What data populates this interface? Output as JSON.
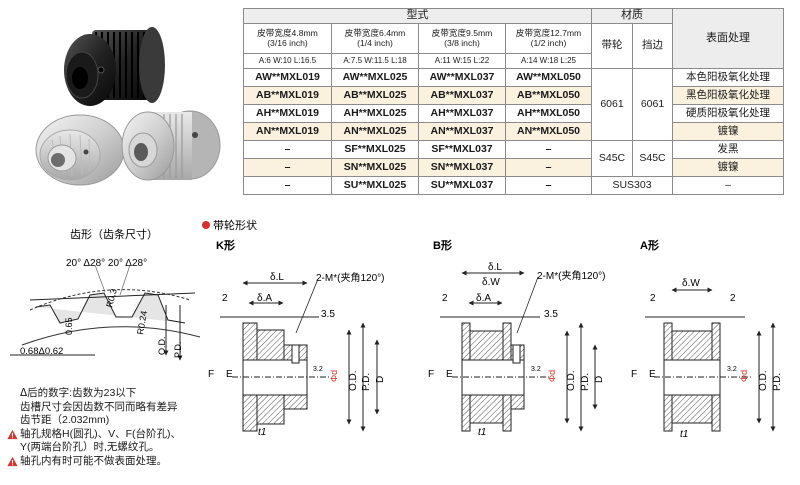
{
  "table": {
    "header_type": "型式",
    "header_material": "材质",
    "header_surface": "表面处理",
    "material_sub": [
      "带轮",
      "挡边"
    ],
    "widths": [
      {
        "title": "皮带宽度4.8mm",
        "inch": "(3/16 inch)",
        "dims": "A:6 W:10 L:16.5"
      },
      {
        "title": "皮带宽度6.4mm",
        "inch": "(1/4 inch)",
        "dims": "A:7.5 W:11.5 L:18"
      },
      {
        "title": "皮带宽度9.5mm",
        "inch": "(3/8 inch)",
        "dims": "A:11  W:15  L:22"
      },
      {
        "title": "皮带宽度12.7mm",
        "inch": "(1/2 inch)",
        "dims": "A:14  W:18  L:25"
      }
    ],
    "rows": [
      {
        "codes": [
          "AW**MXL019",
          "AW**MXL025",
          "AW**MXL037",
          "AW**MXL050"
        ],
        "surface": "本色阳极氧化处理"
      },
      {
        "codes": [
          "AB**MXL019",
          "AB**MXL025",
          "AB**MXL037",
          "AB**MXL050"
        ],
        "surface": "黑色阳极氧化处理"
      },
      {
        "codes": [
          "AH**MXL019",
          "AH**MXL025",
          "AH**MXL037",
          "AH**MXL050"
        ],
        "surface": "硬质阳极氧化处理"
      },
      {
        "codes": [
          "AN**MXL019",
          "AN**MXL025",
          "AN**MXL037",
          "AN**MXL050"
        ],
        "surface": "镀镍"
      },
      {
        "codes": [
          "–",
          "SF**MXL025",
          "SF**MXL037",
          "–"
        ],
        "surface": "发黑"
      },
      {
        "codes": [
          "–",
          "SN**MXL025",
          "SN**MXL037",
          "–"
        ],
        "surface": "镀镍"
      },
      {
        "codes": [
          "–",
          "SU**MXL025",
          "SU**MXL037",
          "–"
        ],
        "surface": "–"
      }
    ],
    "material_al": "6061",
    "material_steel": "S45C",
    "material_sus": "SUS303"
  },
  "tooth": {
    "title": "齿形（齿条尺寸）",
    "angles": "20° Δ28° 20° Δ28°",
    "r03": "R0.3",
    "r024": "R0.24",
    "h065": "0.65",
    "pitch_w": "0.68Δ0.62",
    "od": "O.D.",
    "pd": "P.D."
  },
  "pulley": {
    "section_title": "带轮形状",
    "k_label": "K形",
    "b_label": "B形",
    "a_label": "A形",
    "dL": "δ.L",
    "dA": "δ.A",
    "dW": "δ.W",
    "tap": "2-M*(夹角120°)",
    "n2": "2",
    "n35": "3.5",
    "F": "F",
    "E": "E",
    "D": "D",
    "OD": "O.D.",
    "PD": "P.D.",
    "t1": "t1",
    "rough": "3.2",
    "bore": "Φd"
  },
  "notes": {
    "line1": "ᐃ后的数字:齿数为23以下",
    "line2": "齿槽尺寸会因齿数不同而略有差异",
    "line3": "齿节距（2.032mm)",
    "line4": "轴孔规格H(圆孔)、V、F(台阶孔)、",
    "line5": "Y(两端台阶孔）时,无螺纹孔。",
    "line6": "轴孔内有时可能不做表面处理。"
  },
  "colors": {
    "warning_red": "#d9302c",
    "highlight_row": "#fbf1df",
    "header_gray": "#ededed",
    "hatch": "#555555",
    "pulley_black": "#1c1c1c",
    "pulley_silver": "#d9d9d9"
  }
}
